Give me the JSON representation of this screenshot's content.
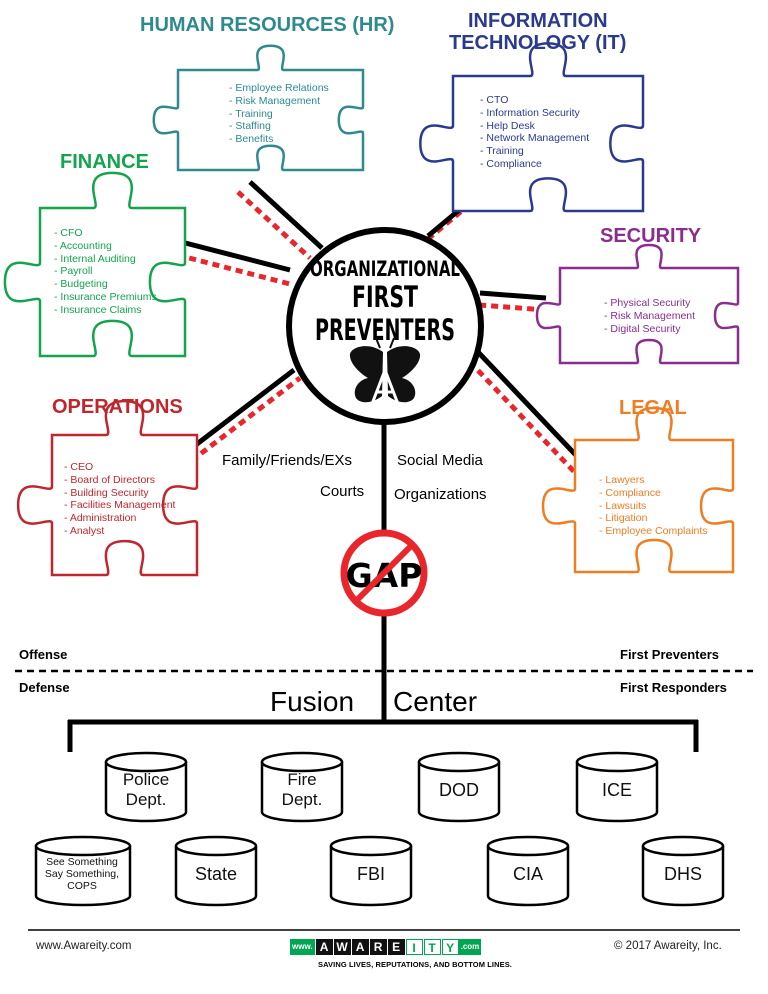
{
  "colors": {
    "hr": "#2e8a8f",
    "it": "#2b3a8f",
    "finance": "#14a44d",
    "security": "#8b2d8f",
    "operations": "#c0262d",
    "legal": "#ef7d22",
    "connector_red": "#e8262b",
    "brand_green": "#00a651"
  },
  "departments": {
    "hr": {
      "title": "HUMAN RESOURCES (HR)",
      "items": [
        "- Employee Relations",
        "- Risk Management",
        "- Training",
        "- Staffing",
        "- Benefits"
      ]
    },
    "it": {
      "title_line1": "INFORMATION",
      "title_line2": "TECHNOLOGY (IT)",
      "items": [
        "- CTO",
        "- Information Security",
        "- Help Desk",
        "- Network Management",
        "- Training",
        "- Compliance"
      ]
    },
    "finance": {
      "title": "FINANCE",
      "items": [
        "- CFO",
        "- Accounting",
        "- Internal Auditing",
        "- Payroll",
        "- Budgeting",
        "- Insurance Premiums",
        "- Insurance Claims"
      ]
    },
    "security": {
      "title": "SECURITY",
      "items": [
        "- Physical Security",
        "- Risk Management",
        "- Digital Security"
      ]
    },
    "operations": {
      "title": "OPERATIONS",
      "items": [
        "- CEO",
        "- Board of Directors",
        "- Building Security",
        "- Facilities Management",
        "- Administration",
        "- Analyst"
      ]
    },
    "legal": {
      "title": "LEGAL",
      "items": [
        "- Lawyers",
        "- Compliance",
        "- Lawsuits",
        "- Litigation",
        "- Employee Complaints"
      ]
    }
  },
  "center": {
    "line1": "ORGANIZATIONAL",
    "line2": "FIRST",
    "line3": "PREVENTERS",
    "logo_letter": "A"
  },
  "channels": {
    "family": "Family/Friends/EXs",
    "courts": "Courts",
    "social": "Social Media",
    "orgs": "Organizations"
  },
  "gap": {
    "label": "GAP"
  },
  "divider": {
    "offense": "Offense",
    "defense": "Defense",
    "first_preventers": "First Preventers",
    "first_responders": "First Responders"
  },
  "fusion": {
    "left": "Fusion",
    "right": "Center"
  },
  "agencies_row1": [
    "Police\nDept.",
    "Fire\nDept.",
    "DOD",
    "ICE"
  ],
  "agencies_row2": [
    "See Something\nSay Something,\nCOPS",
    "State",
    "FBI",
    "CIA",
    "DHS"
  ],
  "footer": {
    "website": "www.Awareity.com",
    "copyright": "© 2017 Awareity, Inc.",
    "logo_www": "www.",
    "logo_letters": [
      "A",
      "W",
      "A",
      "R",
      "E",
      "I",
      "T",
      "Y"
    ],
    "logo_com": ".com",
    "tagline": "SAVING LIVES, REPUTATIONS, AND BOTTOM LINES."
  }
}
